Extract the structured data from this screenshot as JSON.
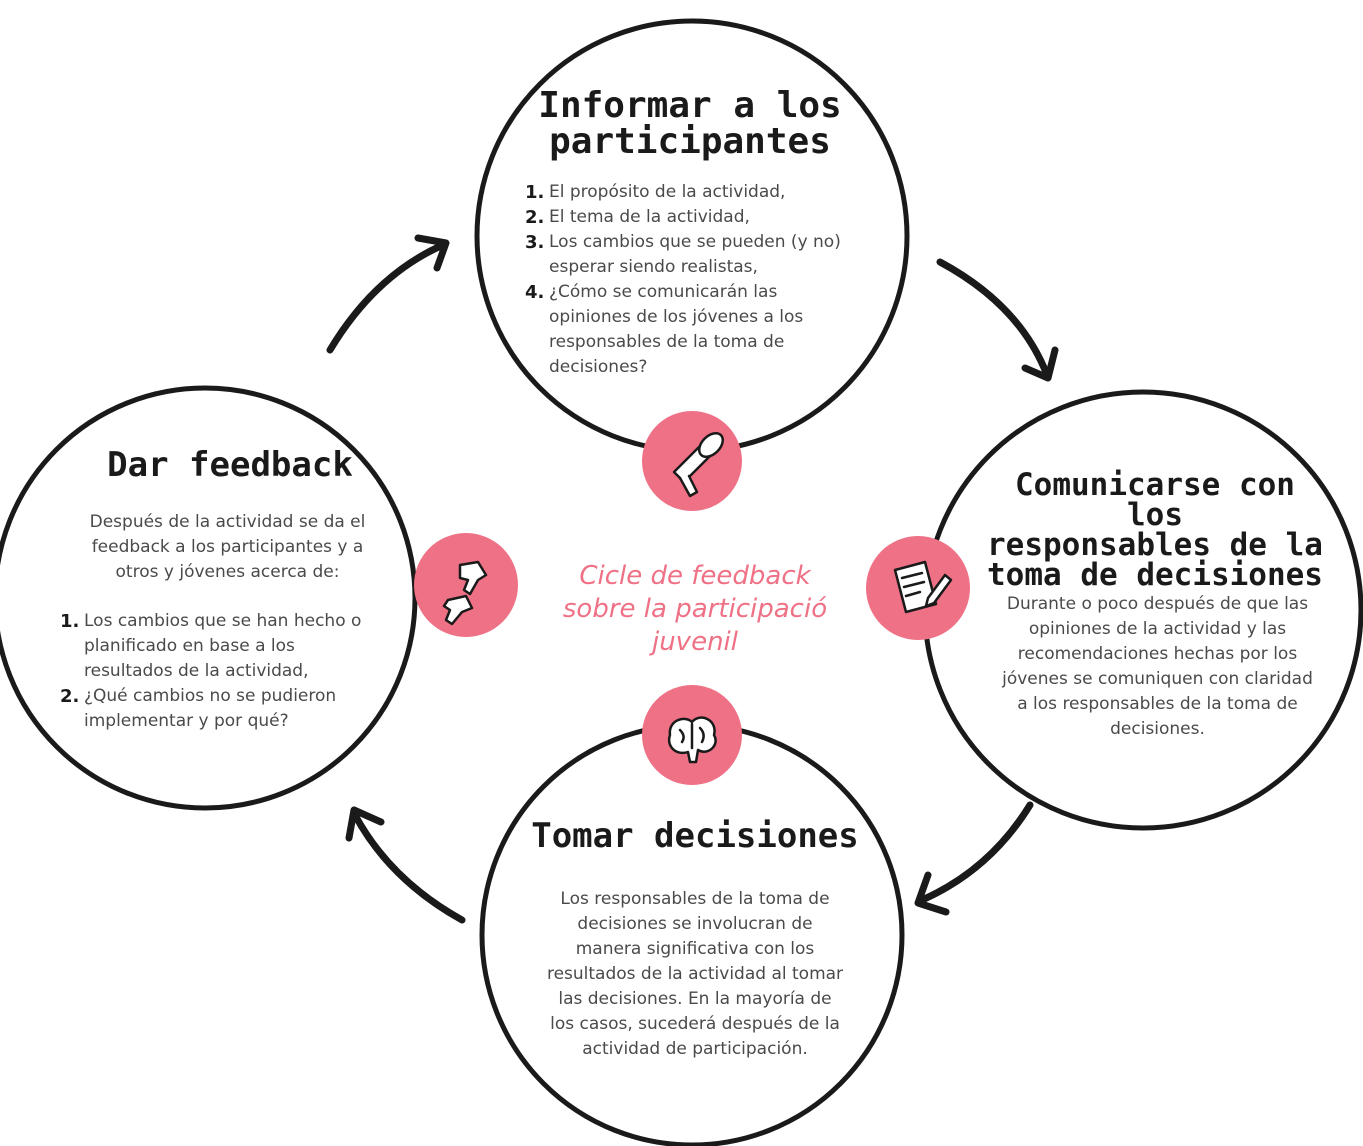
{
  "center": {
    "title": "Cicle de feedback sobre la participació juvenil"
  },
  "colors": {
    "accent": "#ef7186",
    "stroke": "#1a1a1a",
    "text": "#4a4a4a"
  },
  "nodes": {
    "informar": {
      "title_line1": "Informar a los",
      "title_line2": "participantes",
      "items": [
        {
          "num": "1.",
          "text": "El propósito de la actividad,"
        },
        {
          "num": "2.",
          "text": "El tema de la actividad,"
        },
        {
          "num": "3.",
          "text": "Los cambios que se pueden (y no) esperar siendo realistas,"
        },
        {
          "num": "4.",
          "text": "¿Cómo se comunicarán las opiniones de los jóvenes a los responsables de la toma de decisiones?"
        }
      ],
      "icon": "megaphone-icon"
    },
    "comunicar": {
      "title_line1": "Comunicarse con los",
      "title_line2": "responsables de la",
      "title_line3": "toma de decisiones",
      "body": "Durante o poco después de que las opiniones de la actividad y las recomendaciones hechas por los jóvenes se comuniquen con claridad a los responsables de la toma de decisiones.",
      "icon": "document-pen-icon"
    },
    "tomar": {
      "title": "Tomar decisiones",
      "body": "Los responsables de la toma de decisiones se involucran de manera significativa con los resultados de la actividad al tomar las decisiones. En la mayoría de los casos, sucederá después de la actividad de participación.",
      "icon": "brain-icon"
    },
    "feedback": {
      "title": "Dar feedback",
      "intro": "Después de la actividad se da el feedback a los participantes y a otros y jóvenes acerca de:",
      "items": [
        {
          "num": "1.",
          "text": "Los cambios que se han hecho o planificado en base a los resultados de la actividad,"
        },
        {
          "num": "2.",
          "text": "¿Qué cambios no se pudieron implementar y por qué?"
        }
      ],
      "icon": "thumbs-icon"
    }
  }
}
